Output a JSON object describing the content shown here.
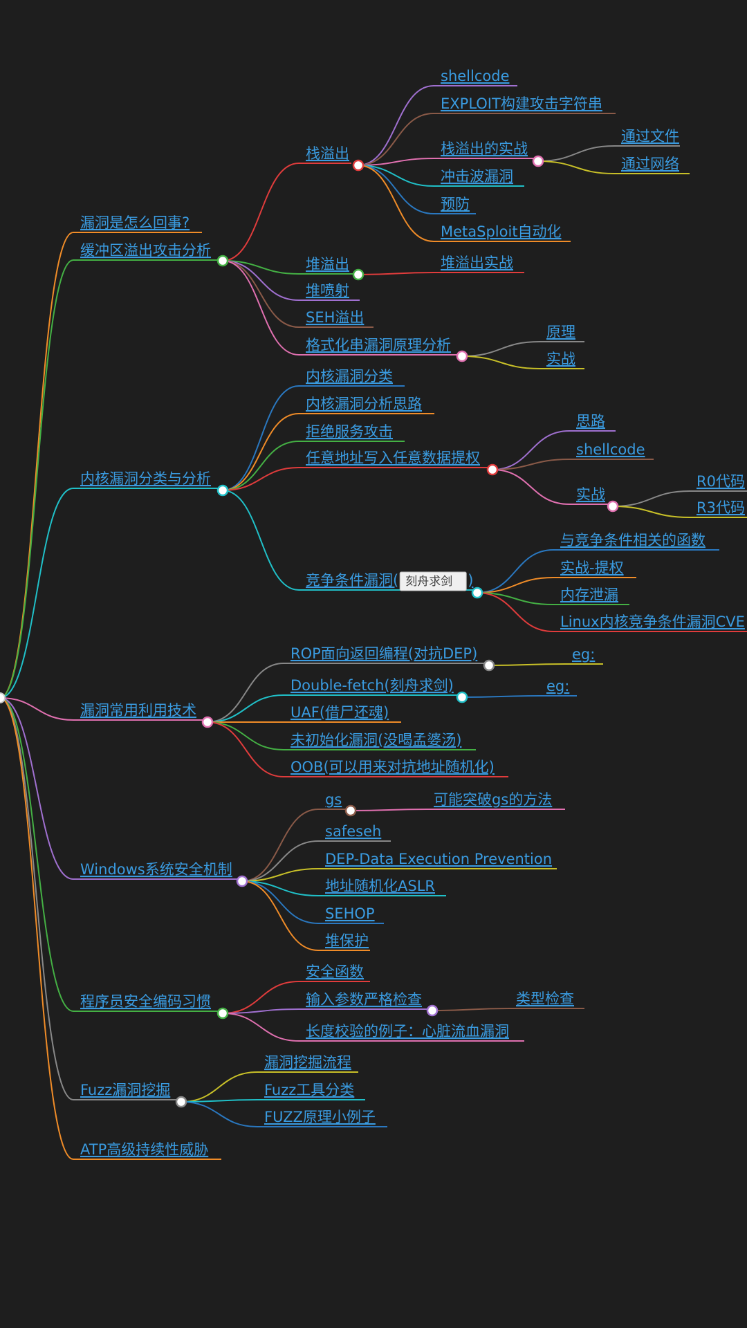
{
  "root_color": "#ffffff",
  "tree": [
    {
      "id": "n1",
      "label": "漏洞是怎么回事?",
      "color": "#f08c28"
    },
    {
      "id": "n2",
      "label": "缓冲区溢出攻击分析",
      "color": "#44b044",
      "children": [
        {
          "id": "n2a",
          "label": "栈溢出",
          "color": "#e03c3c",
          "children": [
            {
              "id": "n2a1",
              "label": "shellcode",
              "color": "#a070d0"
            },
            {
              "id": "n2a2",
              "label": "EXPLOIT构建攻击字符串",
              "color": "#8a5a48"
            },
            {
              "id": "n2a3",
              "label": "栈溢出的实战",
              "color": "#e070b0",
              "children": [
                {
                  "id": "n2a3a",
                  "label": "通过文件",
                  "color": "#888888"
                },
                {
                  "id": "n2a3b",
                  "label": "通过网络",
                  "color": "#c8c028"
                }
              ]
            },
            {
              "id": "n2a4",
              "label": "冲击波漏洞",
              "color": "#20c0c8"
            },
            {
              "id": "n2a5",
              "label": "预防",
              "color": "#2a78c0"
            },
            {
              "id": "n2a6",
              "label": "MetaSploit自动化",
              "color": "#f08c28"
            }
          ]
        },
        {
          "id": "n2b",
          "label": "堆溢出",
          "color": "#44b044",
          "children": [
            {
              "id": "n2b1",
              "label": "堆溢出实战",
              "color": "#e03c3c"
            }
          ]
        },
        {
          "id": "n2c",
          "label": "堆喷射",
          "color": "#a070d0"
        },
        {
          "id": "n2d",
          "label": "SEH溢出",
          "color": "#8a5a48"
        },
        {
          "id": "n2e",
          "label": "格式化串漏洞原理分析",
          "color": "#e070b0",
          "children": [
            {
              "id": "n2e1",
              "label": "原理",
              "color": "#888888"
            },
            {
              "id": "n2e2",
              "label": "实战",
              "color": "#c8c028"
            }
          ]
        }
      ]
    },
    {
      "id": "n3",
      "label": "内核漏洞分类与分析",
      "color": "#20c0c8",
      "children": [
        {
          "id": "n3a",
          "label": "内核漏洞分类",
          "color": "#2a78c0"
        },
        {
          "id": "n3b",
          "label": "内核漏洞分析思路",
          "color": "#f08c28"
        },
        {
          "id": "n3c",
          "label": "拒绝服务攻击",
          "color": "#44b044"
        },
        {
          "id": "n3d",
          "label": "任意地址写入任意数据提权",
          "color": "#e03c3c",
          "children": [
            {
              "id": "n3d1",
              "label": "思路",
              "color": "#a070d0"
            },
            {
              "id": "n3d2",
              "label": "shellcode",
              "color": "#8a5a48"
            },
            {
              "id": "n3d3",
              "label": "实战",
              "color": "#e070b0",
              "children": [
                {
                  "id": "n3d3a",
                  "label": "R0代码",
                  "color": "#888888"
                },
                {
                  "id": "n3d3b",
                  "label": "R3代码",
                  "color": "#c8c028"
                }
              ]
            }
          ]
        },
        {
          "id": "n3e",
          "label": "竞争条件漏洞(",
          "suffix": ")",
          "badge": "刻舟求剑",
          "color": "#20c0c8",
          "children": [
            {
              "id": "n3e1",
              "label": "与竞争条件相关的函数",
              "color": "#2a78c0"
            },
            {
              "id": "n3e2",
              "label": "实战-提权",
              "color": "#f08c28"
            },
            {
              "id": "n3e3",
              "label": "内存泄漏",
              "color": "#44b044"
            },
            {
              "id": "n3e4",
              "label": "Linux内核竞争条件漏洞CVE",
              "color": "#e03c3c"
            }
          ]
        }
      ]
    },
    {
      "id": "n4",
      "label": "漏洞常用利用技术",
      "color": "#e070b0",
      "children": [
        {
          "id": "n4a",
          "label": "ROP面向返回编程(对抗DEP)",
          "color": "#888888",
          "children": [
            {
              "id": "n4a1",
              "label": "eg:",
              "color": "#c8c028"
            }
          ]
        },
        {
          "id": "n4b",
          "label": "Double-fetch(刻舟求剑)",
          "color": "#20c0c8",
          "children": [
            {
              "id": "n4b1",
              "label": "eg:",
              "color": "#2a78c0"
            }
          ]
        },
        {
          "id": "n4c",
          "label": "UAF(借尸还魂)",
          "color": "#f08c28"
        },
        {
          "id": "n4d",
          "label": "未初始化漏洞(没喝孟婆汤)",
          "color": "#44b044"
        },
        {
          "id": "n4e",
          "label": "OOB(可以用来对抗地址随机化)",
          "color": "#e03c3c"
        }
      ]
    },
    {
      "id": "n5",
      "label": "Windows系统安全机制",
      "color": "#a070d0",
      "children": [
        {
          "id": "n5a",
          "label": "gs",
          "color": "#8a5a48",
          "children": [
            {
              "id": "n5a1",
              "label": "可能突破gs的方法",
              "color": "#e070b0"
            }
          ]
        },
        {
          "id": "n5b",
          "label": "safeseh",
          "color": "#888888"
        },
        {
          "id": "n5c",
          "label": "DEP-Data Execution Prevention",
          "color": "#c8c028"
        },
        {
          "id": "n5d",
          "label": "地址随机化ASLR",
          "color": "#20c0c8"
        },
        {
          "id": "n5e",
          "label": "SEHOP",
          "color": "#2a78c0"
        },
        {
          "id": "n5f",
          "label": "堆保护",
          "color": "#f08c28"
        }
      ]
    },
    {
      "id": "n6",
      "label": "程序员安全编码习惯",
      "color": "#44b044",
      "children": [
        {
          "id": "n6a",
          "label": "安全函数",
          "color": "#e03c3c"
        },
        {
          "id": "n6b",
          "label": "输入参数严格检查",
          "color": "#a070d0",
          "children": [
            {
              "id": "n6b1",
              "label": "类型检查",
              "color": "#8a5a48"
            }
          ]
        },
        {
          "id": "n6c",
          "label": "长度校验的例子：心脏流血漏洞",
          "color": "#e070b0"
        }
      ]
    },
    {
      "id": "n7",
      "label": "Fuzz漏洞挖掘",
      "color": "#888888",
      "children": [
        {
          "id": "n7a",
          "label": "漏洞挖掘流程",
          "color": "#c8c028"
        },
        {
          "id": "n7b",
          "label": "Fuzz工具分类",
          "color": "#20c0c8"
        },
        {
          "id": "n7c",
          "label": "FUZZ原理小例子",
          "color": "#2a78c0"
        }
      ]
    },
    {
      "id": "n8",
      "label": "ATP高级持续性威胁",
      "color": "#f08c28"
    }
  ]
}
